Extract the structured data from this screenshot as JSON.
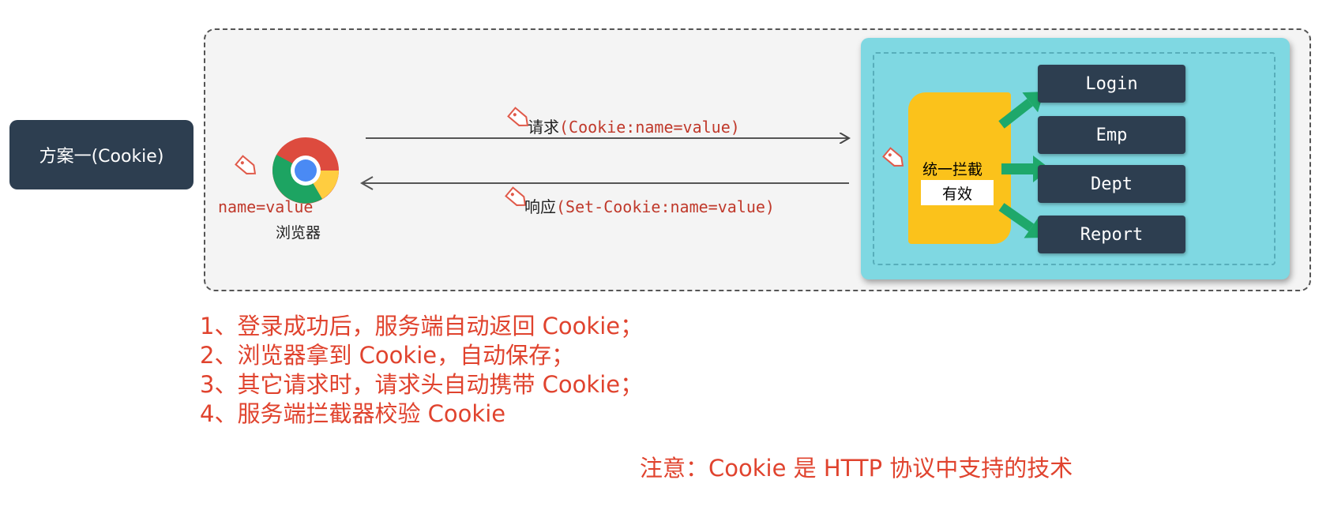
{
  "scheme": {
    "label": "方案一(Cookie)"
  },
  "browser": {
    "label": "浏览器",
    "stored_cookie": "name=value",
    "icon": "chrome-icon"
  },
  "request": {
    "prefix": "请求",
    "detail": "(Cookie:name=value)"
  },
  "response": {
    "prefix": "响应",
    "detail": "(Set-Cookie:name=value)"
  },
  "interceptor": {
    "title": "统一拦截",
    "status": "有效"
  },
  "endpoints": [
    "Login",
    "Emp",
    "Dept",
    "Report"
  ],
  "steps": [
    "1、登录成功后，服务端自动返回 Cookie；",
    "2、浏览器拿到 Cookie，自动保存；",
    "3、其它请求时，请求头自动携带 Cookie；",
    "4、服务端拦截器校验 Cookie"
  ],
  "note": "注意：Cookie 是 HTTP 协议中支持的技术",
  "colors": {
    "dark_box": "#2d3e50",
    "server_panel": "#7fd8e2",
    "interceptor": "#fbc21b",
    "arrow_green": "#1ea86b",
    "accent_red": "#e0432e"
  }
}
